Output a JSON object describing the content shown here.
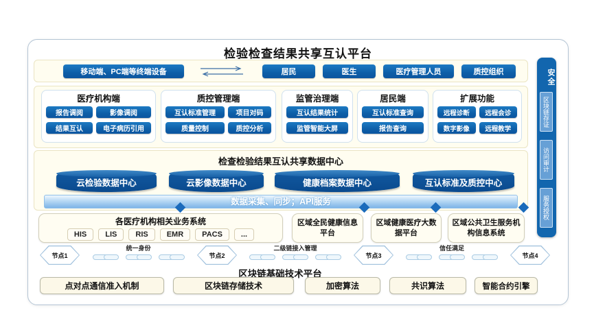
{
  "title": "检验检查结果共享互认平台",
  "terminals": {
    "device_box": "移动端、PC端等终端设备",
    "users": [
      "居民",
      "医生",
      "医疗管理人员",
      "质控组织"
    ]
  },
  "portals": [
    {
      "name": "医疗机构端",
      "items": [
        "报告调阅",
        "影像调阅",
        "结果互认",
        "电子病历引用"
      ]
    },
    {
      "name": "质控管理端",
      "items": [
        "互认标准管理",
        "项目对码",
        "质量控制",
        "质控分析"
      ]
    },
    {
      "name": "监管治理端",
      "items": [
        "互认结果统计",
        "监管智能大屏"
      ]
    },
    {
      "name": "居民端",
      "items": [
        "互认标准查询",
        "报告查询"
      ]
    },
    {
      "name": "扩展功能",
      "items": [
        "远程诊断",
        "远程会诊",
        "数字影像",
        "远程教学"
      ]
    }
  ],
  "data_center": {
    "title": "检查检验结果互认共享数据中心",
    "cylinders": [
      "云检验数据中心",
      "云影像数据中心",
      "健康档案数据中心",
      "互认标准及质控中心"
    ]
  },
  "api_bar": "数据采集、同步；API服务",
  "source_systems": {
    "hospital_title": "各医疗机构相关业务系统",
    "systems": [
      "HIS",
      "LIS",
      "RIS",
      "EMR",
      "PACS",
      "..."
    ],
    "platforms": [
      "区域全民健康信息平台",
      "区域健康医疗大数据平台",
      "区域公共卫生服务机构信息系统"
    ]
  },
  "blockchain": {
    "nodes": [
      "节点1",
      "节点2",
      "节点3",
      "节点4"
    ],
    "link_labels": [
      "统一身份",
      "二级链接入管理",
      "信任满足"
    ],
    "platform_title": "区块链基础技术平台",
    "components": [
      "点对点通信准入机制",
      "区块链存储技术",
      "加密算法",
      "共识算法",
      "智能合约引擎"
    ]
  },
  "security": {
    "title": "安全",
    "items": [
      "区块链存证",
      "访问审计",
      "服务授权"
    ]
  },
  "colors": {
    "primary_blue": "#1266ae",
    "cylinder_blue": "#0b4d94",
    "cream_band": "#fffdf0",
    "api_bar_blue": "#7db4e7",
    "diamond_blue": "#1b6bbb"
  }
}
